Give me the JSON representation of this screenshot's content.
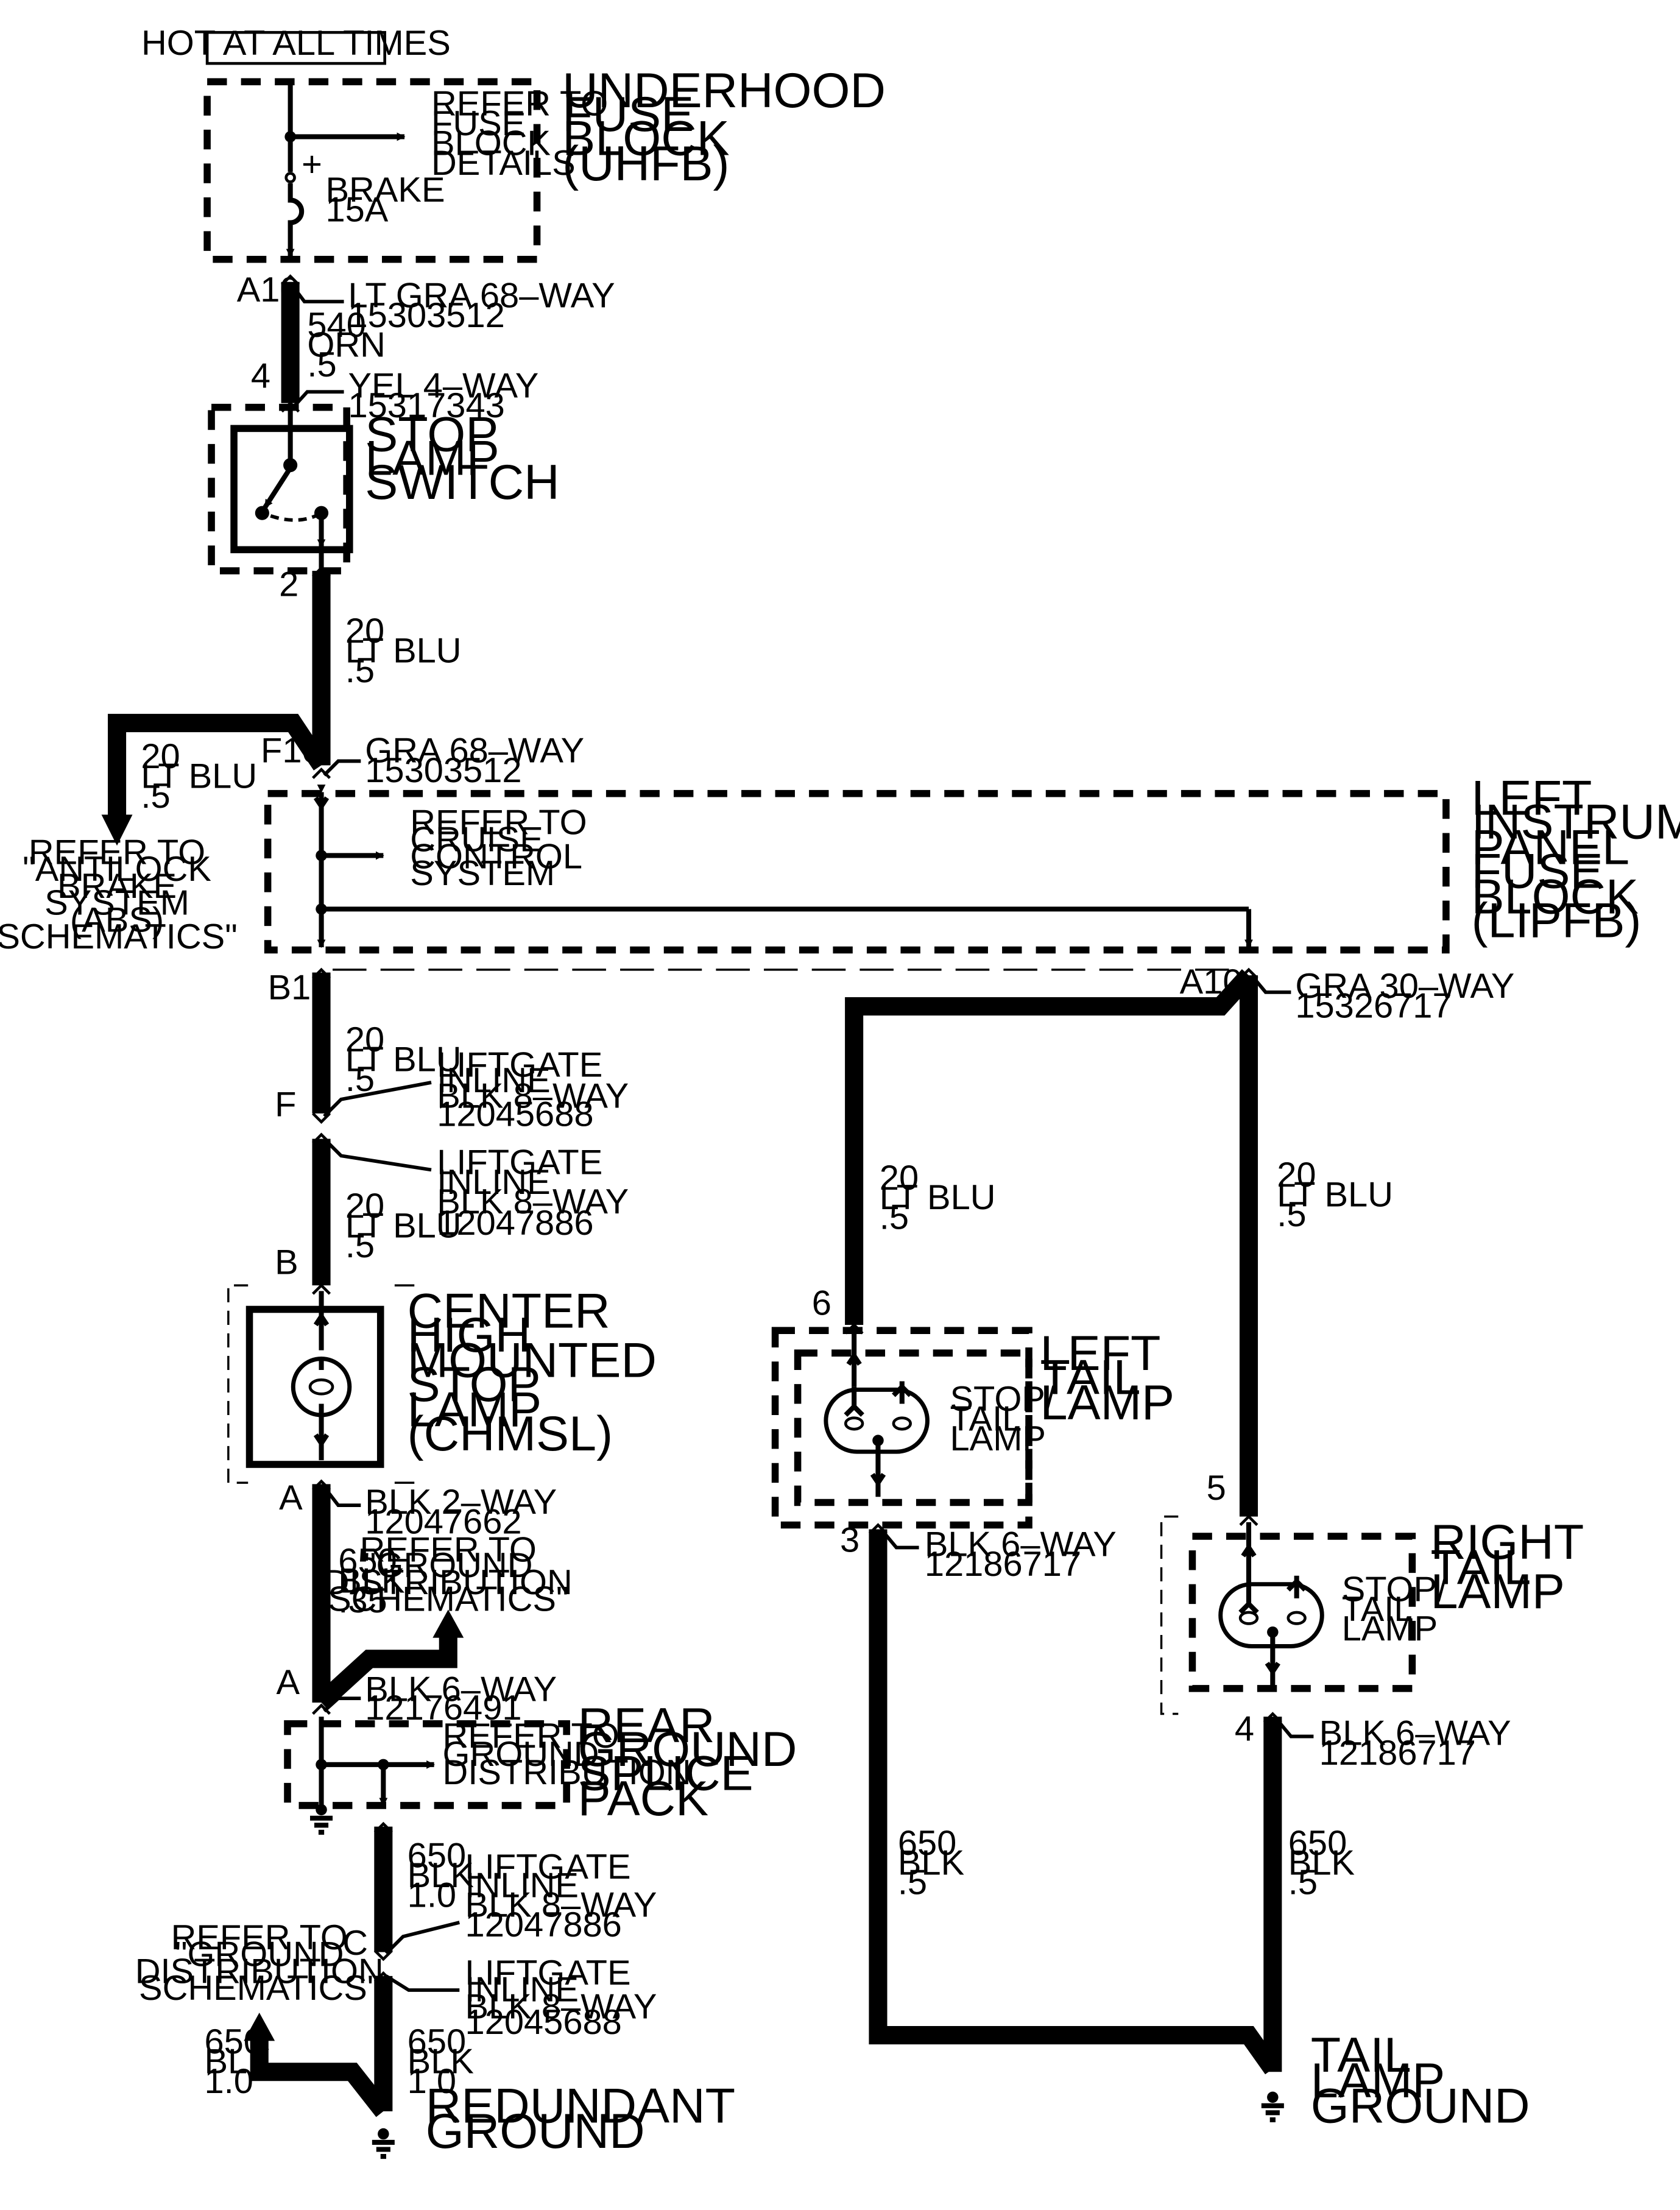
{
  "header": {
    "hot_label": "HOT AT ALL TIMES"
  },
  "uhfb": {
    "title": [
      "UNDERHOOD",
      "FUSE",
      "BLOCK",
      "(UHFB)"
    ],
    "refer": [
      "REFER TO",
      "FUSE",
      "BLOCK",
      "DETAILS"
    ],
    "fuse_plus": "+",
    "fuse_label": [
      "BRAKE",
      "15A"
    ]
  },
  "conn_a10_top": {
    "pin": "A10",
    "label": [
      "LT GRA 68–WAY",
      "15303512"
    ]
  },
  "wire_540": {
    "label": [
      "540",
      "ORN",
      ".5"
    ]
  },
  "conn_switch_in": {
    "pin": "4",
    "label": [
      "YEL 4–WAY",
      "15317343"
    ]
  },
  "stop_switch": {
    "title": [
      "STOP",
      "LAMP",
      "SWITCH"
    ]
  },
  "conn_switch_out": {
    "pin": "2"
  },
  "wire_20_a": {
    "label": [
      "20",
      "LT BLU",
      ".5"
    ]
  },
  "abs_branch": {
    "wire": [
      "20",
      "LT BLU",
      ".5"
    ],
    "refer": [
      "REFER TO",
      "\"ANTILOCK",
      "BRAKE",
      "SYSTEM",
      "(ABS)",
      "SCHEMATICS\""
    ]
  },
  "conn_f10": {
    "pin": "F10",
    "label": [
      "GRA 68–WAY",
      "15303512"
    ]
  },
  "lipfb": {
    "title": [
      "LEFT",
      "INSTRUMENT",
      "PANEL",
      "FUSE",
      "BLOCK",
      "(LIPFB)"
    ],
    "refer": [
      "REFER TO",
      "CRUISE",
      "CONTROL",
      "SYSTEM"
    ]
  },
  "conn_b10": {
    "pin": "B10"
  },
  "conn_a10_right": {
    "pin": "A10",
    "label": [
      "GRA 30–WAY",
      "15326717"
    ]
  },
  "wire_20_b": {
    "label": [
      "20",
      "LT BLU",
      ".5"
    ]
  },
  "conn_f": {
    "pin": "F",
    "label": [
      "LIFTGATE",
      "INLINE",
      "BLK 8–WAY",
      "12045688"
    ]
  },
  "conn_f_lower": {
    "label": [
      "LIFTGATE",
      "INLINE",
      "BLK 8–WAY",
      "12047886"
    ]
  },
  "wire_20_c": {
    "label": [
      "20",
      "LT BLU",
      ".5"
    ]
  },
  "chmsl": {
    "pin_b": "B",
    "title": [
      "CENTER",
      "HIGH",
      "MOUNTED",
      "STOP",
      "LAMP",
      "(CHMSL)"
    ]
  },
  "conn_chmsl_out": {
    "pin": "A",
    "label": [
      "BLK 2–WAY",
      "12047662"
    ]
  },
  "wire_650_a": {
    "label": [
      "650",
      "BLK",
      ".35"
    ]
  },
  "ground_dist_ref": {
    "label": [
      "REFER TO",
      "\"GROUND",
      "DISTRIBUTION",
      "SCHEMATICS\""
    ]
  },
  "conn_a_splice": {
    "pin": "A",
    "label": [
      "BLK 6–WAY",
      "12176491"
    ]
  },
  "splice": {
    "title": [
      "REAR",
      "GROUND",
      "SPLICE",
      "PACK"
    ],
    "refer": [
      "REFER TO",
      "GROUND",
      "DISTRIBUTION"
    ]
  },
  "wire_650_b": {
    "label": [
      "650",
      "BLK",
      "1.0"
    ]
  },
  "conn_c": {
    "pin": "C",
    "label": [
      "LIFTGATE",
      "INLINE",
      "BLK 8–WAY",
      "12047886"
    ]
  },
  "conn_c_lower": {
    "label": [
      "LIFTGATE",
      "INLINE",
      "BLK 8–WAY",
      "12045688"
    ]
  },
  "ground_ref_2": {
    "label": [
      "REFER TO",
      "\"GROUND",
      "DISTRIBUTION",
      "SCHEMATICS\""
    ]
  },
  "wire_650_c": {
    "label": [
      "650",
      "BLK",
      "1.0"
    ]
  },
  "wire_650_d": {
    "label": [
      "650",
      "BLK",
      "1.0"
    ]
  },
  "redundant_ground": {
    "title": [
      "REDUNDANT",
      "GROUND"
    ]
  },
  "left_tail": {
    "wire": [
      "20",
      "LT BLU",
      ".5"
    ],
    "pin_in": "6",
    "title": [
      "LEFT",
      "TAIL",
      "LAMP"
    ],
    "bulb": [
      "STOP/",
      "TAIL",
      "LAMP"
    ],
    "pin_out": "3",
    "conn_out": [
      "BLK 6–WAY",
      "12186717"
    ],
    "wire_out": [
      "650",
      "BLK",
      ".5"
    ]
  },
  "right_tail": {
    "wire": [
      "20",
      "LT BLU",
      ".5"
    ],
    "pin_in": "5",
    "title": [
      "RIGHT",
      "TAIL",
      "LAMP"
    ],
    "bulb": [
      "STOP/",
      "TAIL",
      "LAMP"
    ],
    "pin_out": "4",
    "conn_out": [
      "BLK 6–WAY",
      "12186717"
    ],
    "wire_out": [
      "650",
      "BLK",
      ".5"
    ]
  },
  "tail_ground": {
    "title": [
      "TAIL",
      "LAMP",
      "GROUND"
    ]
  }
}
